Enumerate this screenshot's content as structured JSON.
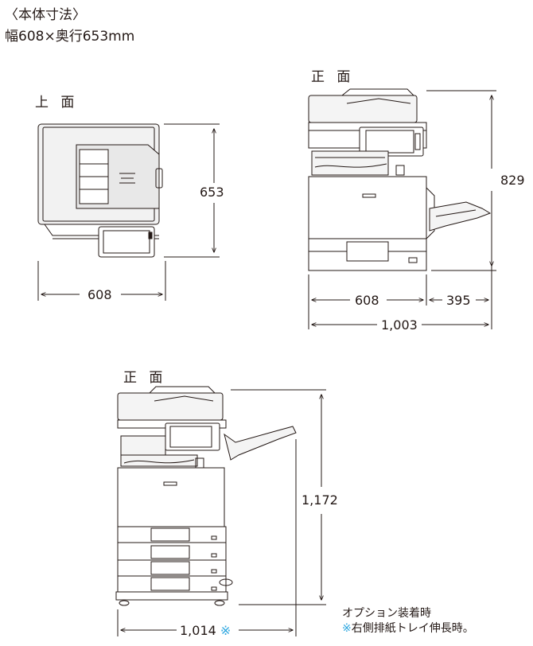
{
  "header": {
    "title": "〈本体寸法〉",
    "dimensions": "幅608×奥行653mm"
  },
  "views": {
    "top_title": "上 面",
    "front_title_1": "正 面",
    "front_title_2": "正 面"
  },
  "dimensions": {
    "top_depth": "653",
    "top_width": "608",
    "front_height": "829",
    "front_width": "608",
    "front_tray": "395",
    "front_total": "1,003",
    "option_height": "1,172",
    "option_width": "1,014",
    "option_mark": "※"
  },
  "notes": {
    "line1": "オプション装着時",
    "line2_mark": "※",
    "line2": "右側排紙トレイ伸長時。"
  },
  "colors": {
    "line": "#231815",
    "note_mark": "#2ea7e0"
  }
}
